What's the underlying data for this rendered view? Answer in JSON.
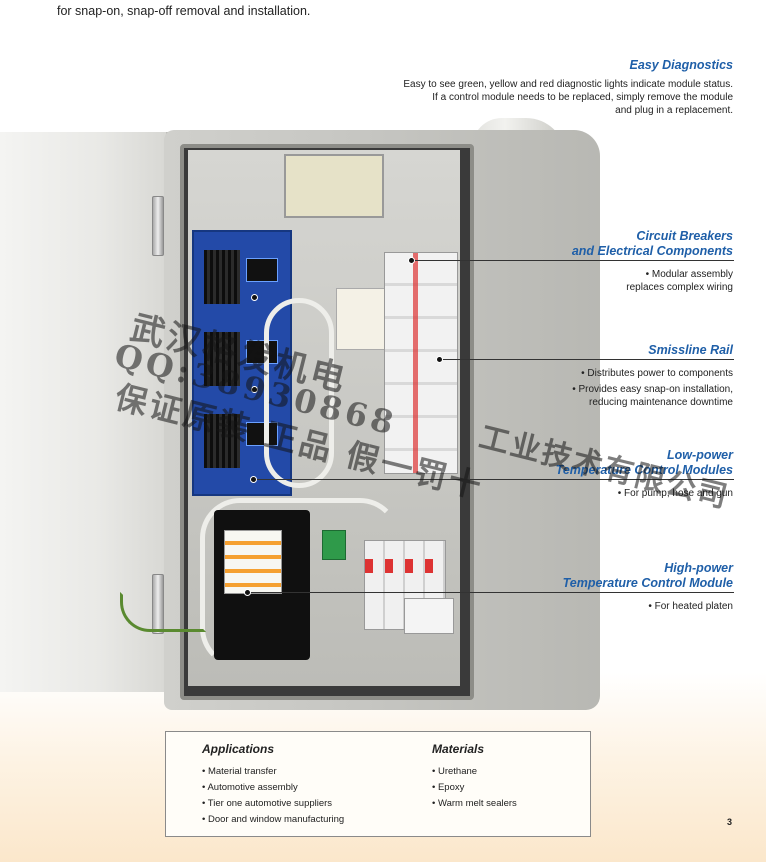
{
  "intro_text": "for snap-on, snap-off removal and installation.",
  "callouts": {
    "easy_diagnostics": {
      "title": "Easy Diagnostics",
      "lines": [
        "Easy to see green, yellow and red diagnostic lights indicate module status.",
        "If a control module needs to be replaced, simply remove the module",
        "and plug in a replacement."
      ]
    },
    "circuit_breakers": {
      "title_line1": "Circuit Breakers",
      "title_line2": "and Electrical Components",
      "lines": [
        "• Modular assembly",
        "replaces complex wiring"
      ]
    },
    "smissline": {
      "title": "Smissline Rail",
      "lines": [
        "• Distributes power to components",
        "• Provides easy snap-on installation,",
        "reducing maintenance downtime"
      ]
    },
    "low_power": {
      "title_line1": "Low-power",
      "title_line2": "Temperature Control Modules",
      "lines": [
        "• For pump, hose and gun"
      ]
    },
    "high_power": {
      "title_line1": "High-power",
      "title_line2": "Temperature Control Module",
      "lines": [
        "• For heated platen"
      ]
    }
  },
  "watermark": {
    "line1": "武汉格发机电",
    "line2": "QQ:38930868",
    "line3": "保证原装 正品 假一罚十",
    "line4": "工业技术有限公司"
  },
  "applications": {
    "title": "Applications",
    "items": [
      "Material transfer",
      "Automotive assembly",
      "Tier one automotive suppliers",
      "Door and window manufacturing"
    ]
  },
  "materials": {
    "title": "Materials",
    "items": [
      "Urethane",
      "Epoxy",
      "Warm melt sealers"
    ]
  },
  "page_number": "3",
  "colors": {
    "heading_blue": "#1f5fa8",
    "module_blue": "#234aa8"
  }
}
